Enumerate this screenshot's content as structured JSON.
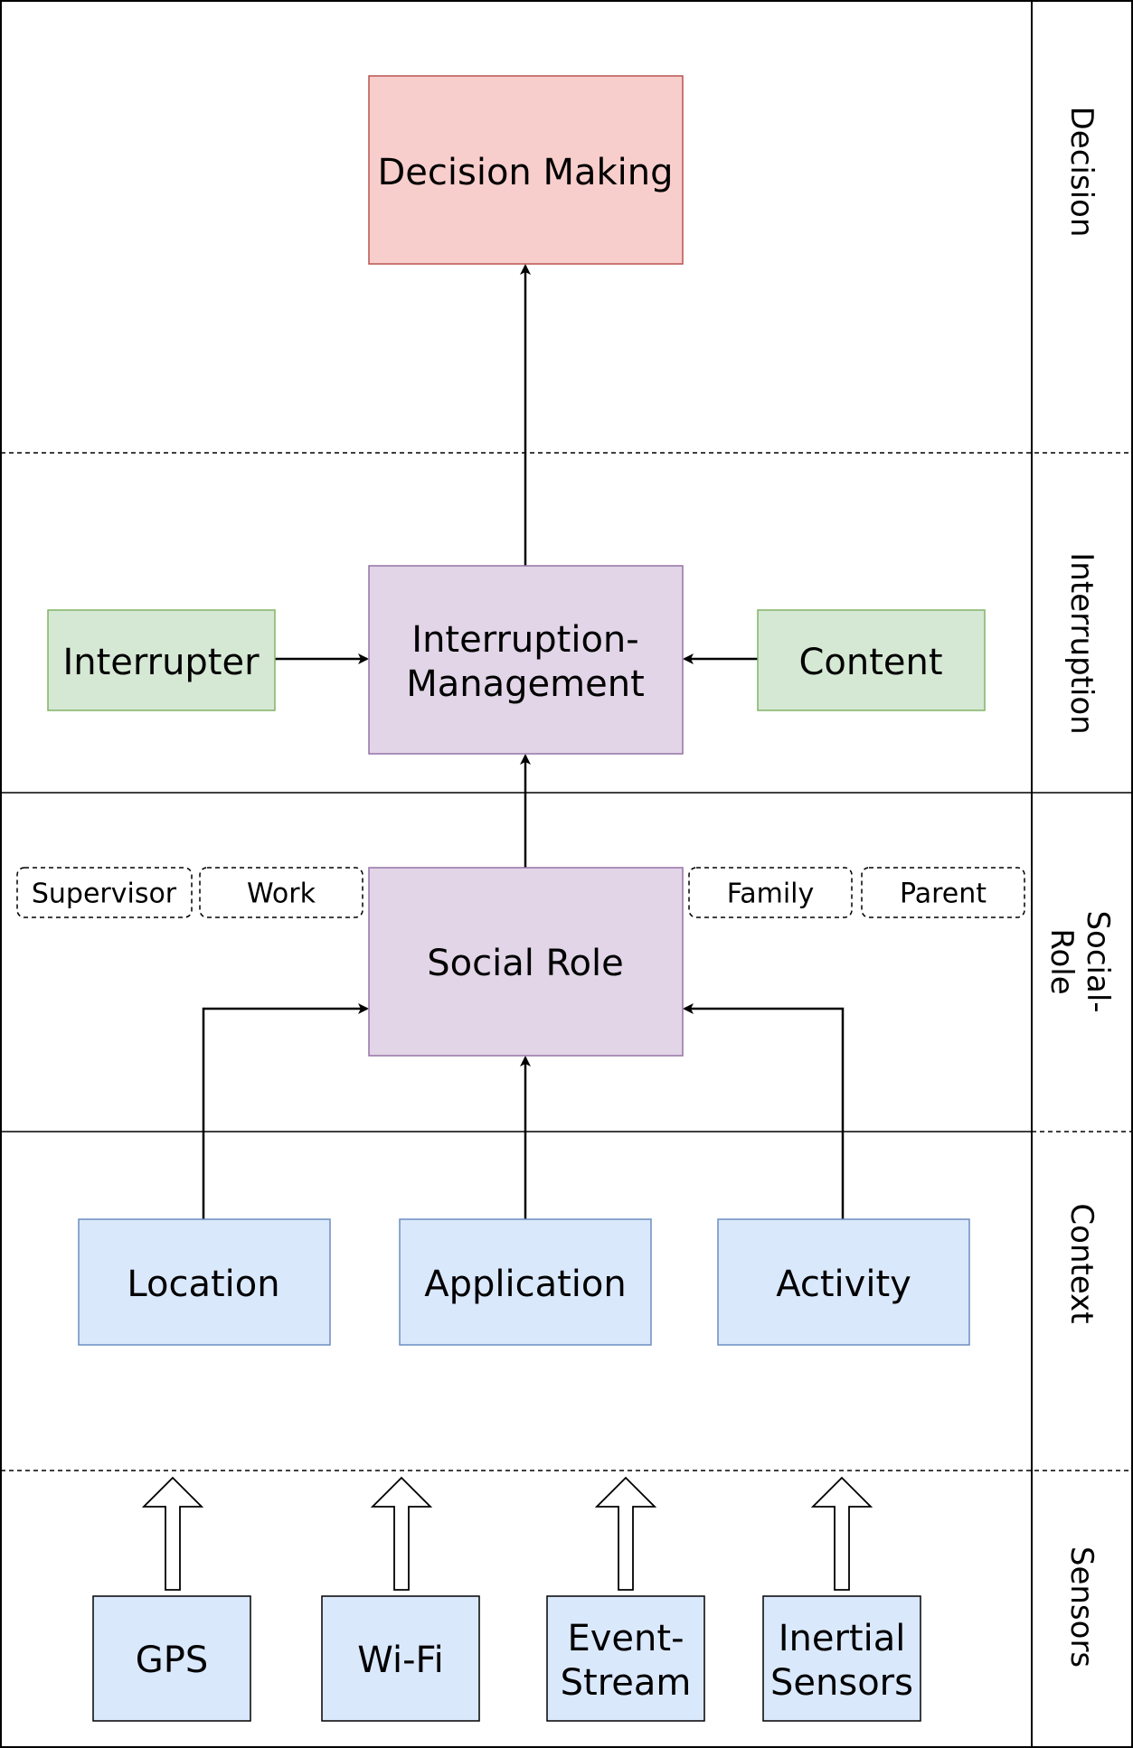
{
  "lanes": {
    "decision": "Decision",
    "interruption": "Interruption",
    "social_role": [
      "Social-",
      "Role"
    ],
    "context": "Context",
    "sensors": "Sensors"
  },
  "nodes": {
    "decision_making": "Decision Making",
    "interruption_management": [
      "Interruption-",
      "Management"
    ],
    "interrupter": "Interrupter",
    "content": "Content",
    "social_role": "Social Role",
    "location": "Location",
    "application": "Application",
    "activity": "Activity",
    "gps": "GPS",
    "wifi": "Wi-Fi",
    "event_stream": [
      "Event-",
      "Stream"
    ],
    "inertial_sensors": [
      "Inertial",
      "Sensors"
    ]
  },
  "roles": {
    "supervisor": "Supervisor",
    "work": "Work",
    "family": "Family",
    "parent": "Parent"
  },
  "colors": {
    "red_fill": "#f8cecc",
    "red_stroke": "#b85450",
    "purple_fill": "#e1d5e7",
    "purple_stroke": "#9673a6",
    "green_fill": "#d5e8d4",
    "green_stroke": "#82b366",
    "blue_fill": "#dae8fc",
    "blue_stroke": "#6c8ebf"
  }
}
